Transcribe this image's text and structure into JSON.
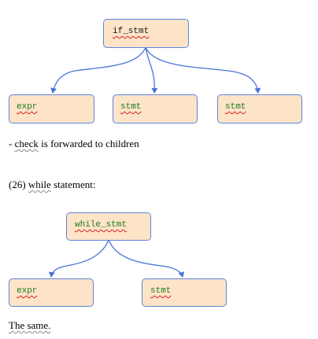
{
  "diagram1": {
    "root": "if_stmt",
    "children": [
      "expr",
      "stmt",
      "stmt"
    ],
    "note_prefix": "- ",
    "note_word": "check",
    "note_rest": " is forwarded to children"
  },
  "section_heading": {
    "number": "(26) ",
    "word": "while",
    "rest": " statement:"
  },
  "diagram2": {
    "root": "while_stmt",
    "children": [
      "expr",
      "stmt"
    ]
  },
  "footer": {
    "text": "The same."
  },
  "colors": {
    "node_fill": "#fde4c8",
    "node_border": "#5b84d9",
    "arrow": "#4a73d9",
    "label_green": "#1f7a1f",
    "spell_underline": "#cc2222"
  }
}
